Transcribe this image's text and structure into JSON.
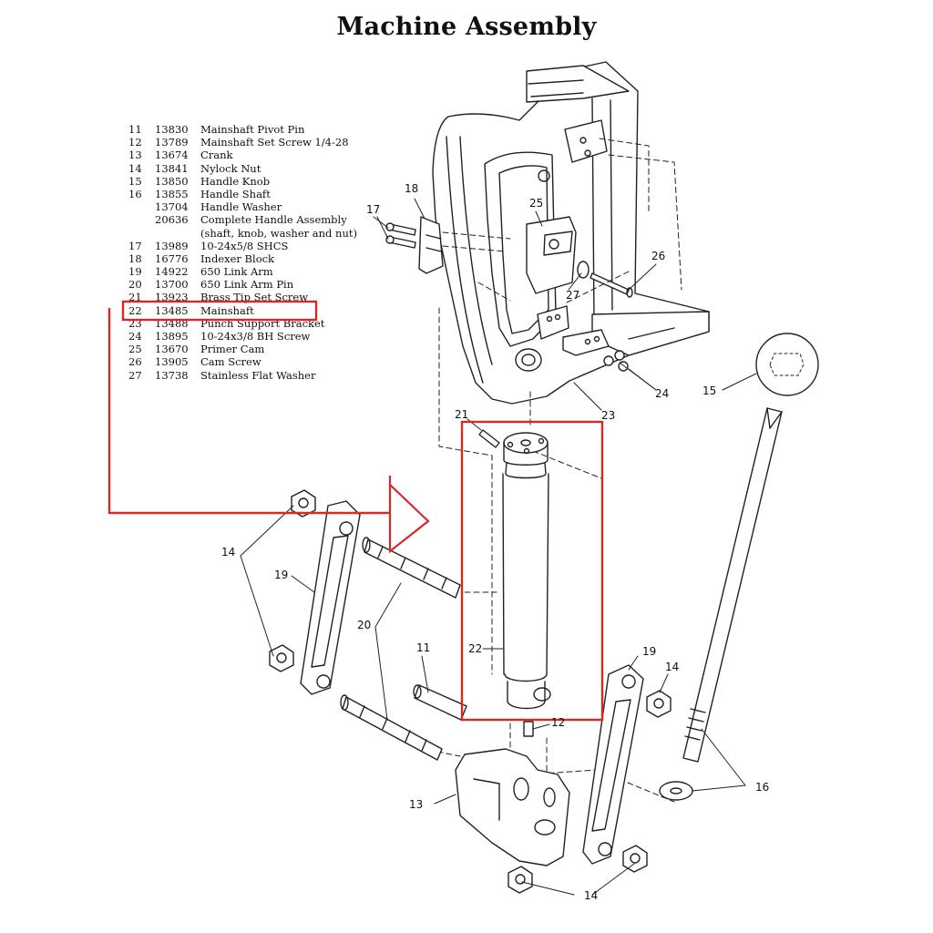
{
  "title": "Machine Assembly",
  "parts_list": [
    {
      "item": "11",
      "part_no": "13830",
      "desc": "Mainshaft Pivot Pin"
    },
    {
      "item": "12",
      "part_no": "13789",
      "desc": "Mainshaft Set Screw 1/4-28"
    },
    {
      "item": "13",
      "part_no": "13674",
      "desc": "Crank"
    },
    {
      "item": "14",
      "part_no": "13841",
      "desc": "Nylock Nut"
    },
    {
      "item": "15",
      "part_no": "13850",
      "desc": "Handle Knob"
    },
    {
      "item": "16",
      "part_no": "13855",
      "desc": "Handle Shaft"
    },
    {
      "item": "",
      "part_no": "13704",
      "desc": "Handle Washer"
    },
    {
      "item": "",
      "part_no": "20636",
      "desc": "Complete Handle Assembly"
    },
    {
      "item": "",
      "part_no": "",
      "desc": "(shaft, knob, washer and nut)"
    },
    {
      "item": "17",
      "part_no": "13989",
      "desc": "10-24x5/8 SHCS"
    },
    {
      "item": "18",
      "part_no": "16776",
      "desc": "Indexer Block"
    },
    {
      "item": "19",
      "part_no": "14922",
      "desc": "650 Link Arm"
    },
    {
      "item": "20",
      "part_no": "13700",
      "desc": "650 Link Arm Pin"
    },
    {
      "item": "21",
      "part_no": "13923",
      "desc": "Brass Tip Set Screw"
    },
    {
      "item": "22",
      "part_no": "13485",
      "desc": "Mainshaft"
    },
    {
      "item": "23",
      "part_no": "13488",
      "desc": "Punch Support Bracket"
    },
    {
      "item": "24",
      "part_no": "13895",
      "desc": "10-24x3/8 BH Screw"
    },
    {
      "item": "25",
      "part_no": "13670",
      "desc": "Primer Cam"
    },
    {
      "item": "26",
      "part_no": "13905",
      "desc": "Cam Screw"
    },
    {
      "item": "27",
      "part_no": "13738",
      "desc": "Stainless Flat Washer"
    }
  ],
  "callouts": {
    "c11": "11",
    "c12": "12",
    "c13": "13",
    "c14a": "14",
    "c14b": "14",
    "c14c": "14",
    "c15": "15",
    "c16": "16",
    "c17": "17",
    "c18": "18",
    "c19a": "19",
    "c19b": "19",
    "c20": "20",
    "c21": "21",
    "c22": "22",
    "c23": "23",
    "c24": "24",
    "c25": "25",
    "c26": "26",
    "c27": "27"
  },
  "colors": {
    "highlight": "#d42a2a",
    "line": "#222222"
  }
}
